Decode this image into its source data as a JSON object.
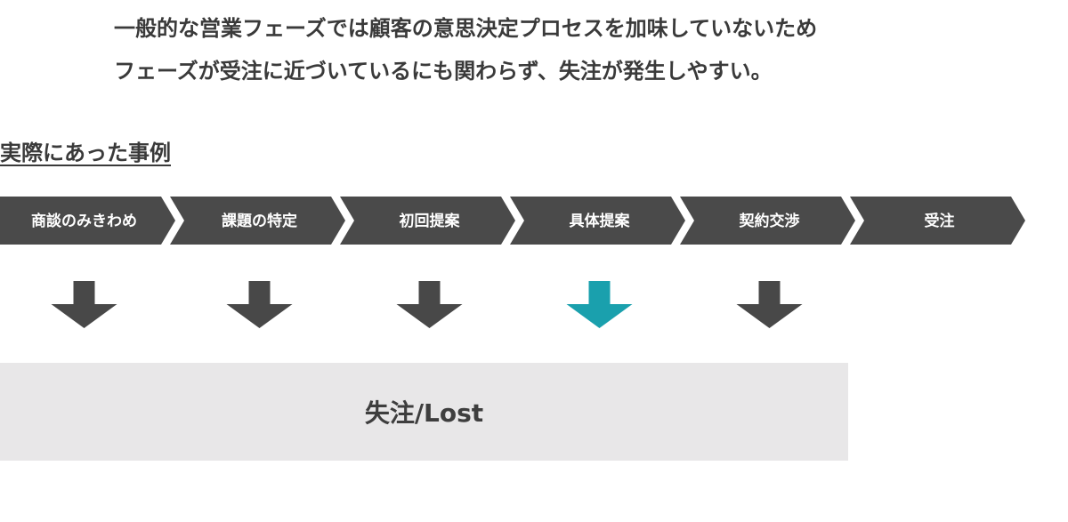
{
  "intro": {
    "lines": [
      "一般的な営業フェーズでは顧客の意思決定プロセスを加味していないため",
      "フェーズが受注に近づいているにも関わらず、失注が発生しやすい。"
    ]
  },
  "case_heading": "実際にあった事例",
  "phases": [
    {
      "label": "商談のみきわめ",
      "arrow": "down",
      "highlight": false
    },
    {
      "label": "課題の特定",
      "arrow": "down",
      "highlight": false
    },
    {
      "label": "初回提案",
      "arrow": "down",
      "highlight": false
    },
    {
      "label": "具体提案",
      "arrow": "down",
      "highlight": true
    },
    {
      "label": "契約交渉",
      "arrow": "down",
      "highlight": false
    },
    {
      "label": "受注",
      "arrow": "none",
      "highlight": false
    }
  ],
  "lost_box": {
    "label": "失注/Lost"
  },
  "colors": {
    "chevron": "#4a4a4a",
    "chevron_text": "#ffffff",
    "arrow": "#484848",
    "arrow_highlight": "#1aa0ad",
    "lost_box": "#e8e7e8"
  }
}
